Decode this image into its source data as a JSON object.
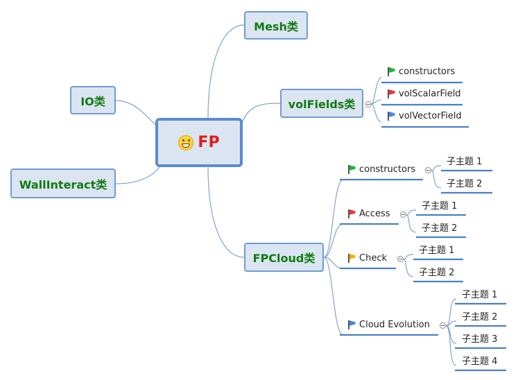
{
  "central": {
    "title": "FP",
    "icon": "grinning-face-icon"
  },
  "branches": {
    "mesh": "Mesh类",
    "io": "IO类",
    "wall": "WallInteract类",
    "volfields": "volFields类",
    "fpcloud": "FPCloud类"
  },
  "volfields_children": [
    {
      "label": "constructors",
      "flag": "#1fb53b"
    },
    {
      "label": "volScalarField",
      "flag": "#e23b3b"
    },
    {
      "label": "volVectorField",
      "flag": "#4a86e8"
    }
  ],
  "fpcloud_children": [
    {
      "label": "constructors",
      "flag": "#1fb53b",
      "subs": [
        "子主题 1",
        "子主题 2"
      ]
    },
    {
      "label": "Access",
      "flag": "#e23b3b",
      "subs": [
        "子主题 1",
        "子主题 2"
      ]
    },
    {
      "label": "Check",
      "flag": "#f5b400",
      "subs": [
        "子主题 1",
        "子主题 2"
      ]
    },
    {
      "label": "Cloud Evolution",
      "flag": "#4a86e8",
      "subs": [
        "子主题 1",
        "子主题 2",
        "子主题 3",
        "子主题 4"
      ]
    }
  ],
  "colors": {
    "line": "#6f9bd1",
    "node_fill": "#dbe5f1",
    "branch_text": "#0f7a0f",
    "central_text": "#e41b1b"
  }
}
